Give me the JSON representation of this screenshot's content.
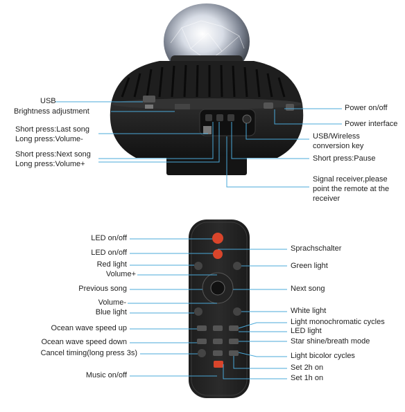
{
  "speaker": {
    "left_labels": [
      "USB",
      "Brightness adjustment",
      "Short press:Last song",
      "Long press:Volume-",
      "Short press:Next song",
      "Long press:Volume+"
    ],
    "right_labels": [
      "Power on/off",
      "Power interface",
      "USB/Wireless",
      "conversion key",
      "Short press:Pause",
      "Signal receiver,please",
      "point the remote at the",
      "receiver"
    ]
  },
  "remote": {
    "left_labels": [
      "LED on/off",
      "LED on/off",
      "Red light",
      "Volume+",
      "Previous song",
      "Volume-",
      "Blue light",
      "Ocean wave speed up",
      "Ocean wave speed down",
      "Cancel timing(long press 3s)",
      "Music on/off"
    ],
    "right_labels": [
      "Sprachschalter",
      "Green light",
      "Next song",
      "White light",
      "Light monochromatic cycles",
      "LED light",
      "Star shine/breath mode",
      "Light bicolor cycles",
      "Set 2h on",
      "Set 1h on"
    ]
  },
  "colors": {
    "leader_line": "#4aa8d8",
    "device_body": "#1a1a1a",
    "power_button": "#d9452b"
  }
}
